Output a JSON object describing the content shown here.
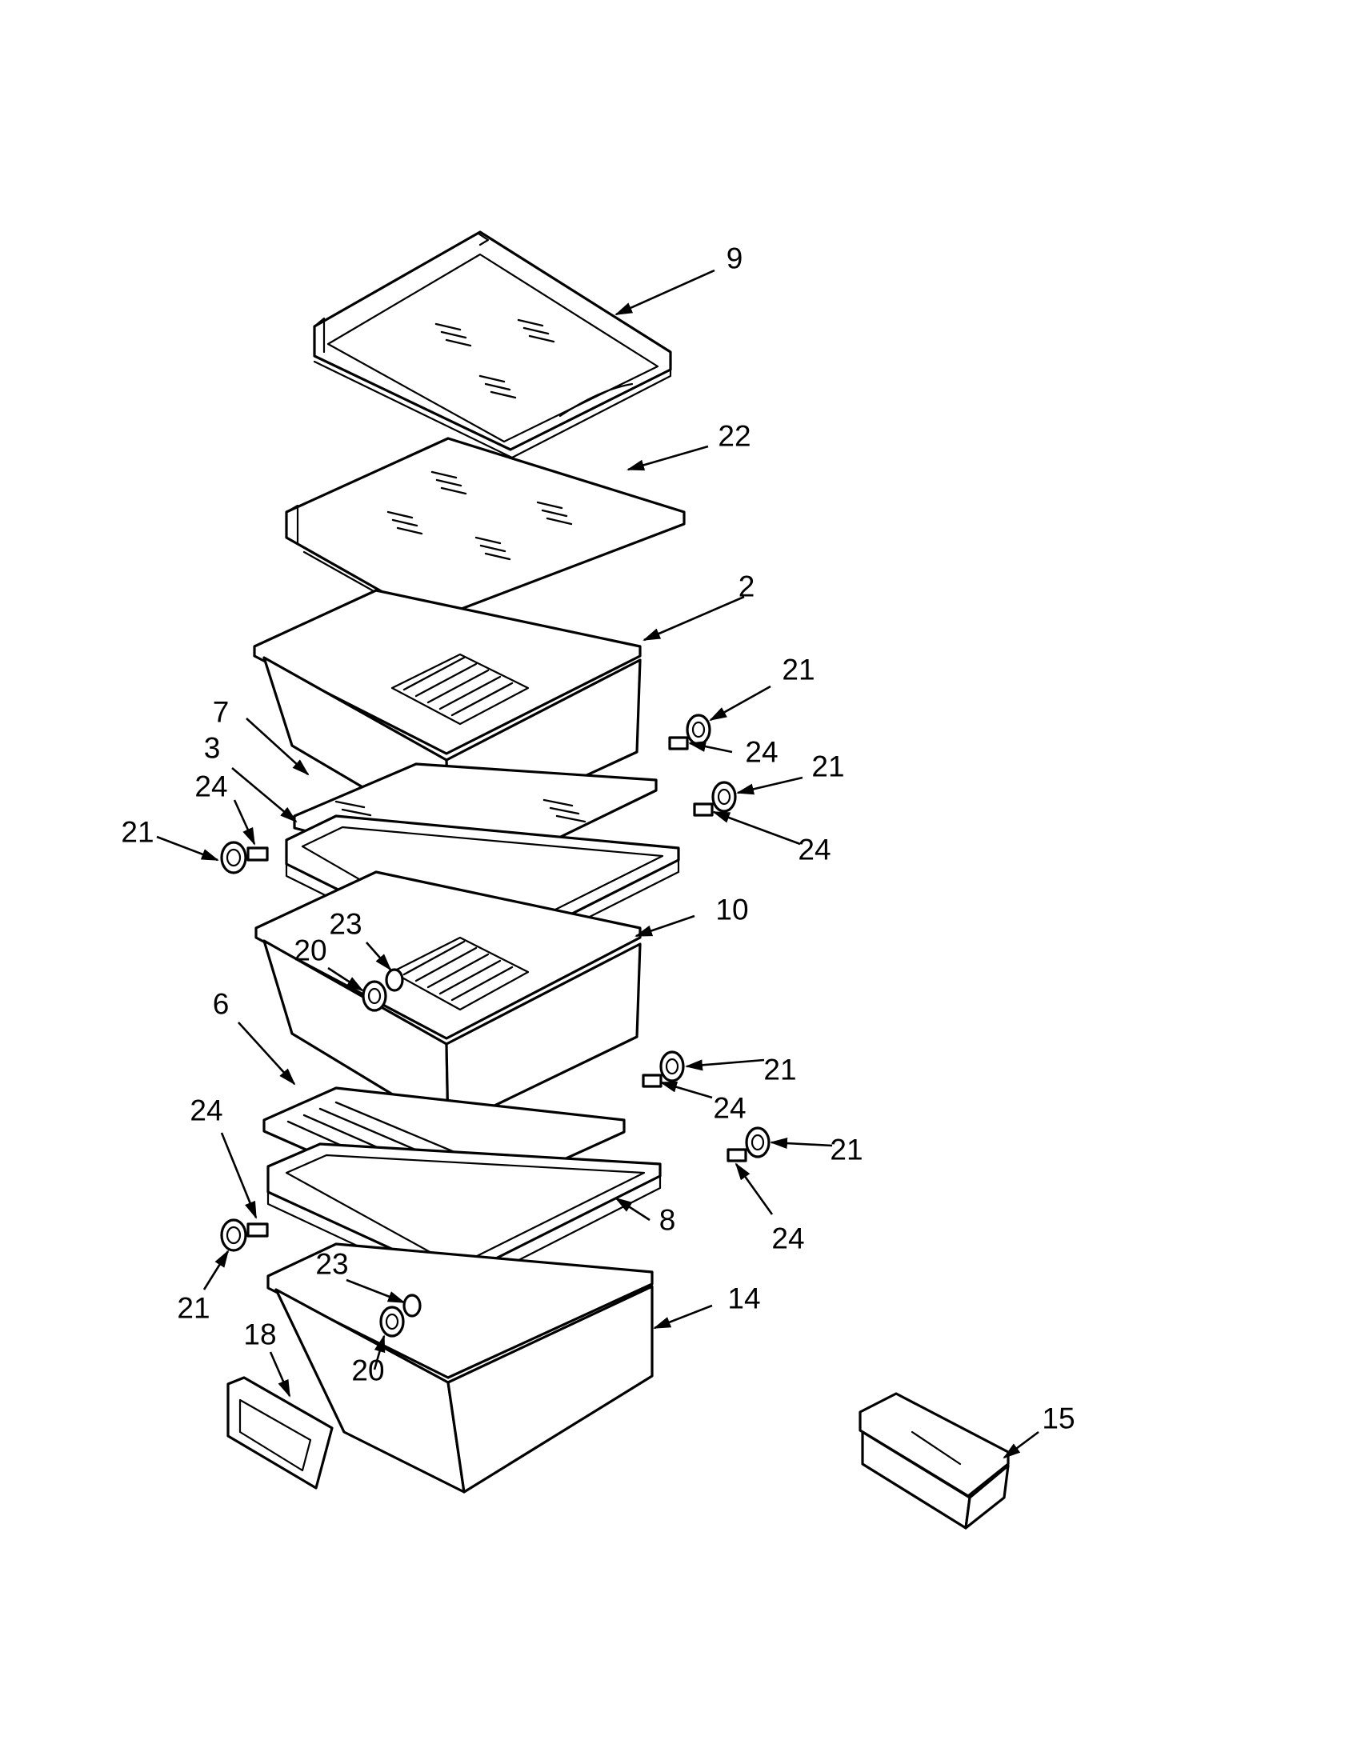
{
  "callouts": [
    {
      "id": "c9",
      "label": "9"
    },
    {
      "id": "c22",
      "label": "22"
    },
    {
      "id": "c2",
      "label": "2"
    },
    {
      "id": "c21a",
      "label": "21"
    },
    {
      "id": "c24a",
      "label": "24"
    },
    {
      "id": "c21b",
      "label": "21"
    },
    {
      "id": "c24b",
      "label": "24"
    },
    {
      "id": "c7",
      "label": "7"
    },
    {
      "id": "c3",
      "label": "3"
    },
    {
      "id": "c24c",
      "label": "24"
    },
    {
      "id": "c21c",
      "label": "21"
    },
    {
      "id": "c10",
      "label": "10"
    },
    {
      "id": "c23a",
      "label": "23"
    },
    {
      "id": "c20a",
      "label": "20"
    },
    {
      "id": "c6",
      "label": "6"
    },
    {
      "id": "c21d",
      "label": "21"
    },
    {
      "id": "c24d",
      "label": "24"
    },
    {
      "id": "c21e",
      "label": "21"
    },
    {
      "id": "c24e",
      "label": "24"
    },
    {
      "id": "c24f",
      "label": "24"
    },
    {
      "id": "c21f",
      "label": "21"
    },
    {
      "id": "c8",
      "label": "8"
    },
    {
      "id": "c23b",
      "label": "23"
    },
    {
      "id": "c14",
      "label": "14"
    },
    {
      "id": "c20b",
      "label": "20"
    },
    {
      "id": "c18",
      "label": "18"
    },
    {
      "id": "c15",
      "label": "15"
    }
  ]
}
